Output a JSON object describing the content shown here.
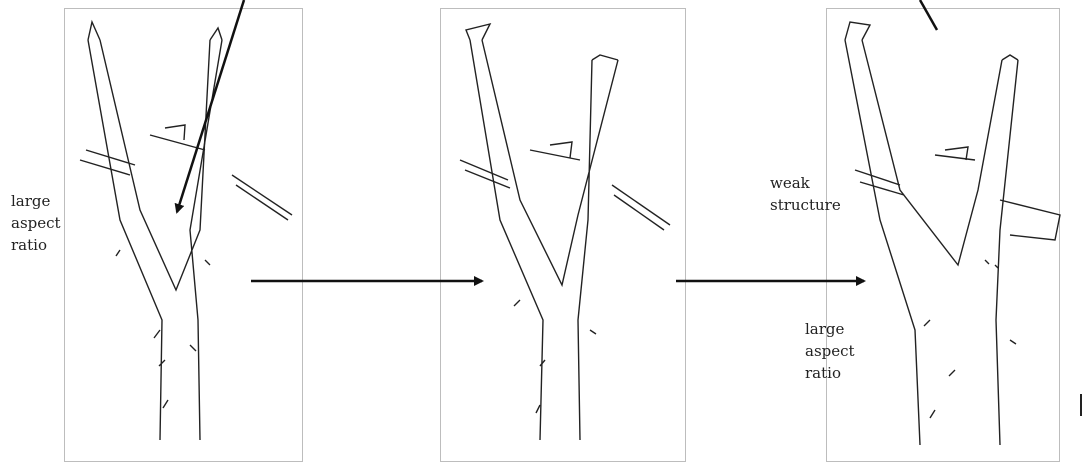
{
  "labels": {
    "left_panel": [
      "large",
      "aspect",
      "ratio"
    ],
    "right_panel_upper": [
      "weak",
      "structure"
    ],
    "right_panel_lower": [
      "large",
      "aspect",
      "ratio"
    ]
  },
  "panels": [
    {
      "name": "panel-stage-1"
    },
    {
      "name": "panel-stage-2"
    },
    {
      "name": "panel-stage-3"
    }
  ]
}
